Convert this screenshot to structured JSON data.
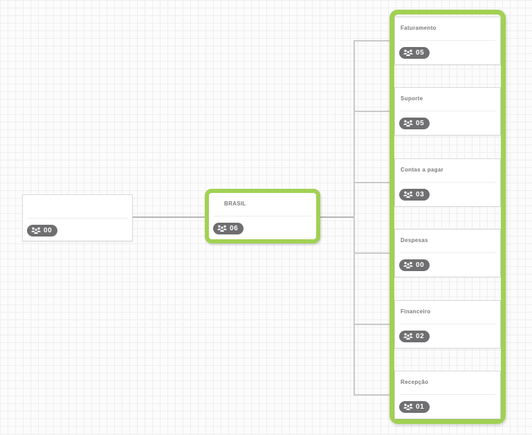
{
  "colors": {
    "canvas_bg": "#fcfcfc",
    "grid_line": "#efeef0",
    "selection": "#a1d154",
    "badge_bg": "#6f6f71",
    "connector_main": "#b6b6b6",
    "connector_branch": "#c9c9c9",
    "card_border": "#d8d8d8",
    "divider": "#ececec",
    "title_text": "#7b7a7e"
  },
  "icons": {
    "member_badge": "people-group-icon"
  },
  "nodes": {
    "root": {
      "title": "",
      "member_count": "00"
    },
    "company": {
      "title": "BRASIL",
      "member_count": "06"
    },
    "departments": [
      {
        "name": "Faturamento",
        "member_count": "05"
      },
      {
        "name": "Suporte",
        "member_count": "05"
      },
      {
        "name": "Contas a pagar",
        "member_count": "03"
      },
      {
        "name": "Despesas",
        "member_count": "00"
      },
      {
        "name": "Financeiro",
        "member_count": "02"
      },
      {
        "name": "Recepção",
        "member_count": "01"
      }
    ]
  }
}
